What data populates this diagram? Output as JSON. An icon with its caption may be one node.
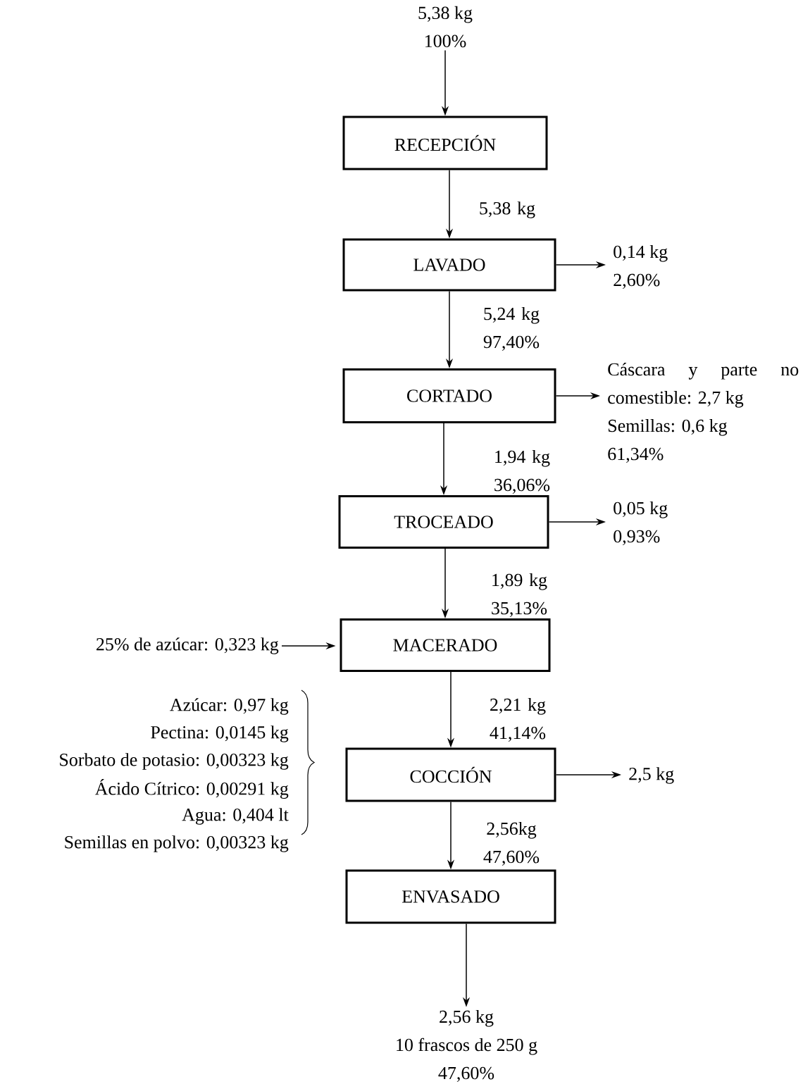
{
  "diagram": {
    "nodes": [
      {
        "text": [
          "5,38 kg",
          "100%"
        ]
      },
      {
        "text": [
          "RECEPCIÓN"
        ]
      },
      {
        "text": [
          "LAVADO"
        ]
      },
      {
        "text": [
          "0,14 kg",
          "2,60%"
        ]
      },
      {
        "text": [
          "CORTADO"
        ]
      },
      {
        "text": [
          "Cáscara y parte no comestible: 2,7 kg",
          "Semillas: 0,6 kg",
          "61,34%"
        ]
      },
      {
        "text": [
          "TROCEADO"
        ]
      },
      {
        "text": [
          "0,05 kg",
          "0,93%"
        ]
      },
      {
        "text": [
          "25% de azúcar: 0,323 kg"
        ]
      },
      {
        "text": [
          "MACERADO"
        ]
      },
      {
        "text": [
          "COCCIÓN"
        ]
      },
      {
        "text": [
          "2,5 kg"
        ]
      },
      {
        "text": [
          "ENVASADO"
        ]
      },
      {
        "text": [
          "2,56 kg",
          "10 frascos de 250 g",
          "47,60%"
        ]
      }
    ],
    "edges": [
      {
        "from": 0,
        "to": 1,
        "arrow": "to"
      },
      {
        "from": 1,
        "to": 2,
        "arrow": "to",
        "label": "5,38 kg"
      },
      {
        "from": 2,
        "to": 3,
        "arrow": "to"
      },
      {
        "from": 2,
        "to": 4,
        "arrow": "to",
        "label": "5,24 kg 97,40%"
      },
      {
        "from": 4,
        "to": 5,
        "arrow": "to"
      },
      {
        "from": 4,
        "to": 6,
        "arrow": "to",
        "label": "1,94 kg 36,06%"
      },
      {
        "from": 6,
        "to": 7,
        "arrow": "to"
      },
      {
        "from": 6,
        "to": 9,
        "arrow": "to",
        "label": "1,89 kg 35,13%"
      },
      {
        "from": 8,
        "to": 9,
        "arrow": "to"
      },
      {
        "from": 9,
        "to": 10,
        "arrow": "to",
        "label": "2,21 kg 41,14%"
      },
      {
        "from": 10,
        "to": 11,
        "arrow": "to"
      },
      {
        "from": 10,
        "to": 12,
        "arrow": "to",
        "label": "2,56kg 47,60%"
      },
      {
        "from": 12,
        "to": 13,
        "arrow": "to"
      }
    ],
    "labels": [
      "Azúcar: 0,97 kg",
      "Pectina: 0,0145 kg",
      "Sorbato de potasio: 0,00323 kg",
      "Ácido Cítrico: 0,00291 kg",
      "Agua: 0,404 lt",
      "Semillas en polvo: 0,00323 kg"
    ]
  }
}
